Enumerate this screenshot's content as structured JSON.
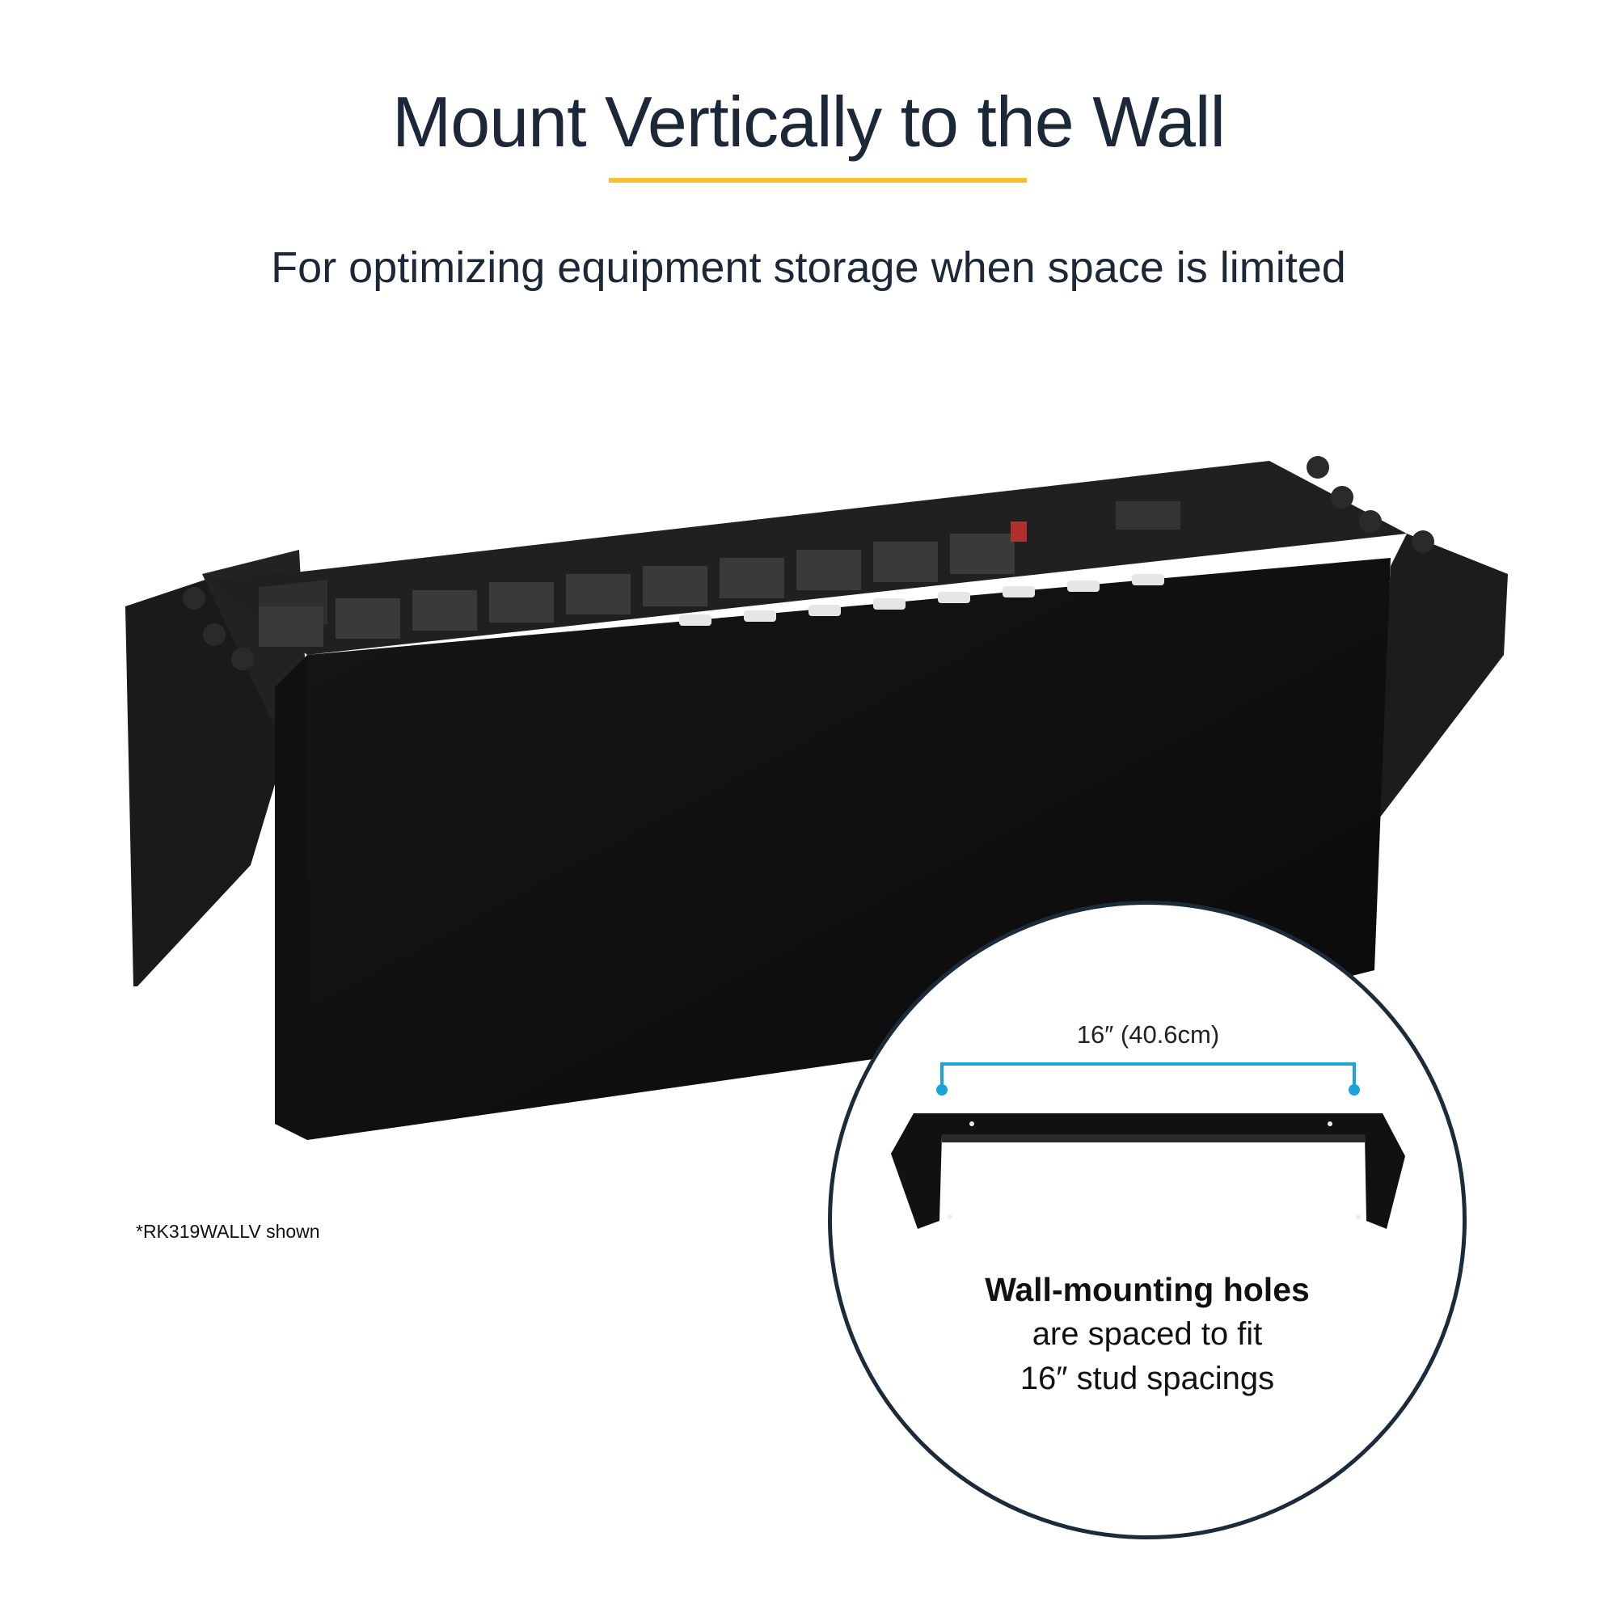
{
  "header": {
    "title": "Mount Vertically to the Wall",
    "subtitle": "For optimizing equipment storage when space is limited",
    "accent_color": "#f5c12e"
  },
  "product_image": {
    "footnote": "*RK319WALLV shown"
  },
  "callout": {
    "dimension_label": "16″ (40.6cm)",
    "dimension_color": "#1aa3dc",
    "headline": "Wall-mounting holes",
    "line1": "are spaced to fit",
    "line2": "16″ stud spacings",
    "border_color": "#1c2b3a"
  }
}
